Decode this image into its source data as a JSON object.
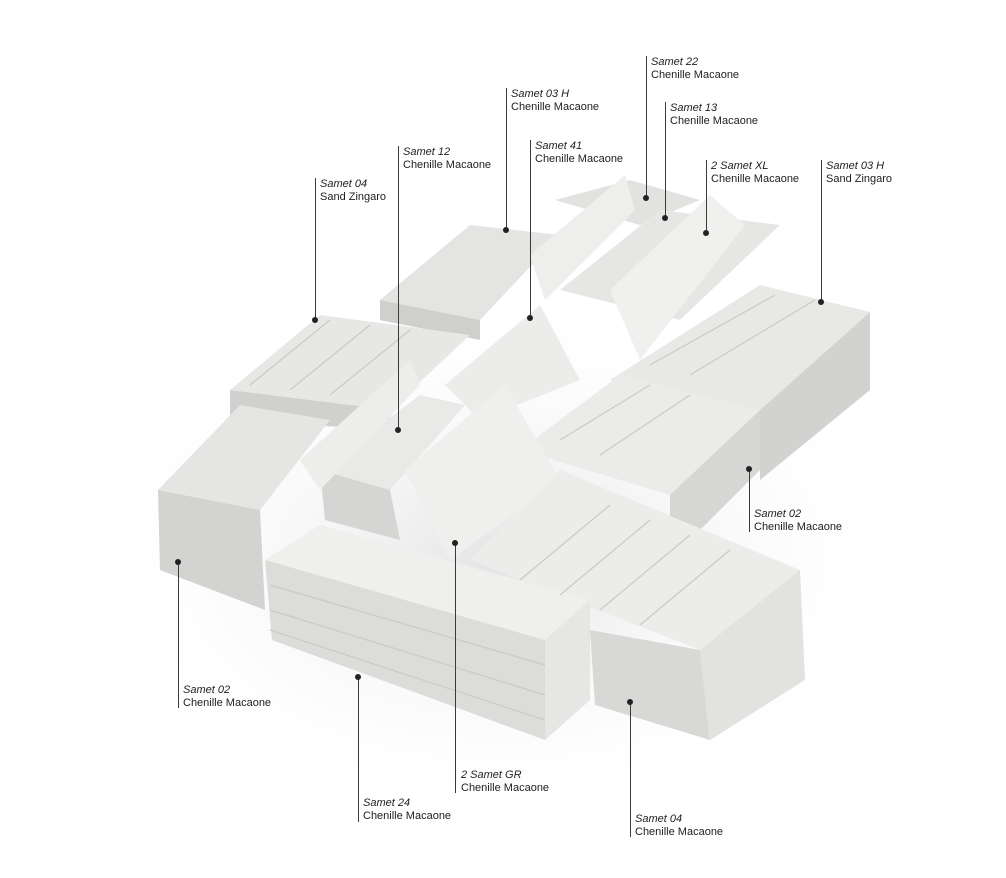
{
  "callouts": [
    {
      "model": "Samet 04",
      "fabric": "Sand Zingaro"
    },
    {
      "model": "Samet 12",
      "fabric": "Chenille Macaone"
    },
    {
      "model": "Samet 03 H",
      "fabric": "Chenille Macaone"
    },
    {
      "model": "Samet 41",
      "fabric": "Chenille Macaone"
    },
    {
      "model": "Samet 22",
      "fabric": "Chenille Macaone"
    },
    {
      "model": "Samet 13",
      "fabric": "Chenille Macaone"
    },
    {
      "model": "2 Samet XL",
      "fabric": "Chenille Macaone"
    },
    {
      "model": "Samet 03 H",
      "fabric": "Sand Zingaro"
    },
    {
      "model": "Samet 02",
      "fabric": "Chenille Macaone"
    },
    {
      "model": "Samet 02",
      "fabric": "Chenille Macaone"
    },
    {
      "model": "Samet 24",
      "fabric": "Chenille Macaone"
    },
    {
      "model": "2 Samet GR",
      "fabric": "Chenille Macaone"
    },
    {
      "model": "Samet 04",
      "fabric": "Chenille Macaone"
    }
  ]
}
